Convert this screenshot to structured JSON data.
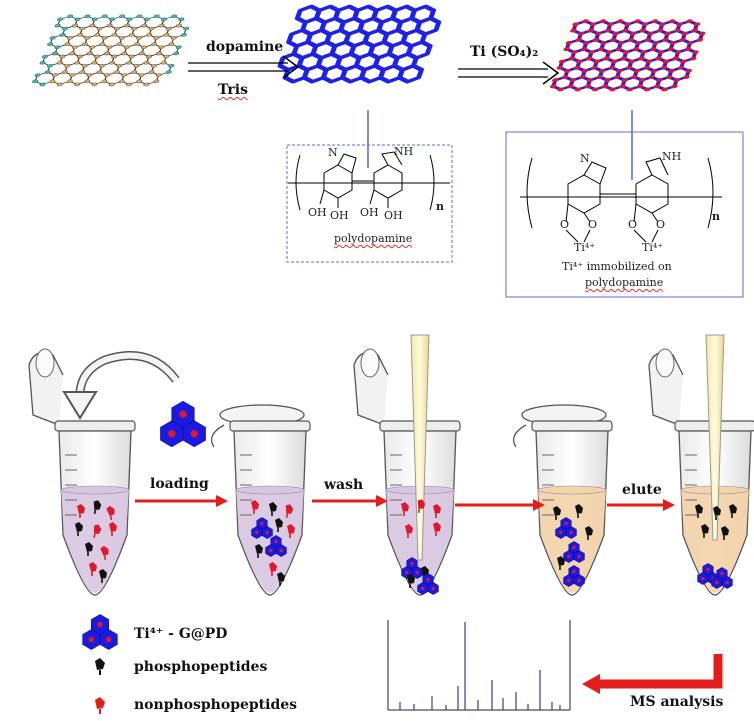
{
  "steps": {
    "dopamine": "dopamine",
    "tris": "Tris",
    "ti_so4": "Ti (SO₄)₂"
  },
  "structures": {
    "polydopamine_label": "polydopamine",
    "oh_groups": [
      "OH",
      "OH",
      "OH",
      "OH"
    ],
    "nh": "NH",
    "n_atom": "N",
    "subscript_n": "n",
    "ti_label": "Ti⁴⁺",
    "o_atom": "O",
    "immobilized_line1": "Ti⁴⁺ immobilized on",
    "immobilized_line2": "polydopamine"
  },
  "workflow": {
    "loading": "loading",
    "wash": "wash",
    "elute": "elute",
    "ms_analysis": "MS analysis"
  },
  "legend": {
    "material": "Ti⁴⁺ - G@PD",
    "phospho": "phosphopeptides",
    "nonphospho": "nonphosphopeptides"
  },
  "colors": {
    "graphene_node": "#d2aa6e",
    "graphene_edge_atom": "#2ac0c8",
    "polydopamine": "#1e22e6",
    "ti_dot": "#e0182e",
    "arrow_red": "#e31c1c",
    "solution_purple": "#d8c6e0",
    "solution_orange": "#f3d3a8",
    "box_border": "#6a6ad8",
    "spectrum": "#3a3aa6"
  }
}
